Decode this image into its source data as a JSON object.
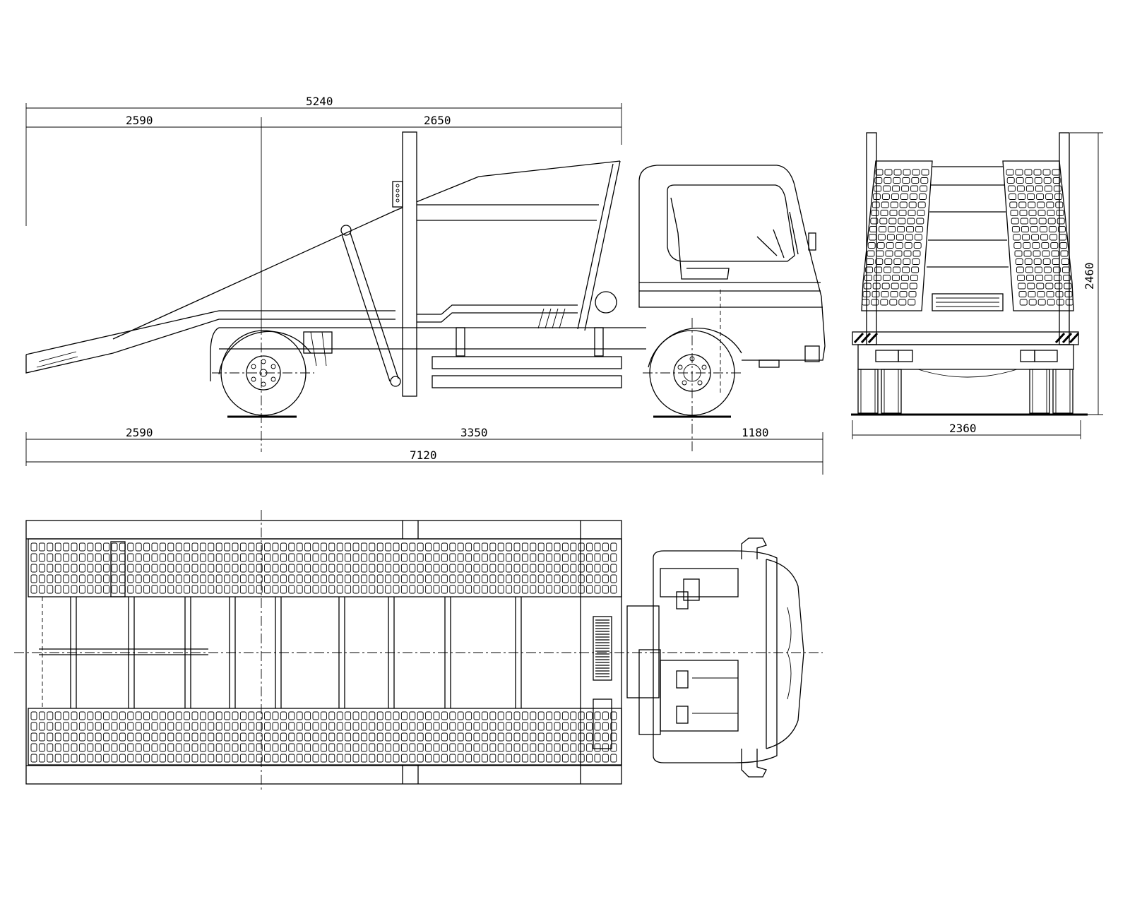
{
  "colors": {
    "line": "#000000",
    "background": "#ffffff"
  },
  "side_view": {
    "overall_body": "5240",
    "body_rear": "2590",
    "body_front": "2650",
    "rear_overhang": "2590",
    "wheelbase": "3350",
    "front_overhang": "1180",
    "overall_length": "7120"
  },
  "rear_view": {
    "height": "2460",
    "width": "2360"
  }
}
